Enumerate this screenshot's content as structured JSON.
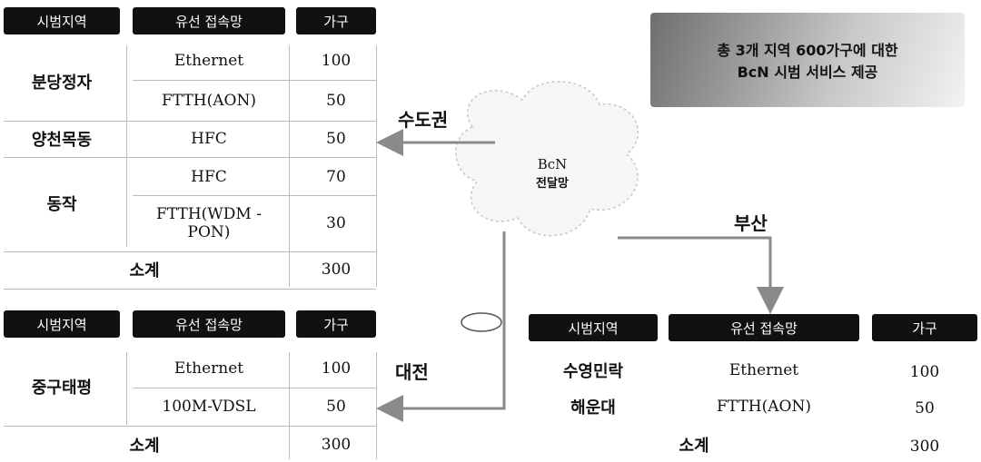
{
  "headers": {
    "region": "시범지역",
    "network": "유선 접속망",
    "households": "가구"
  },
  "table_capital": {
    "groups": [
      {
        "name": "분당정자",
        "rows": [
          {
            "net": "Ethernet",
            "hh": "100"
          },
          {
            "net": "FTTH(AON)",
            "hh": "50"
          }
        ]
      },
      {
        "name": "양천목동",
        "rows": [
          {
            "net": "HFC",
            "hh": "50"
          }
        ]
      },
      {
        "name": "동작",
        "rows": [
          {
            "net": "HFC",
            "hh": "70"
          },
          {
            "net": "FTTH(WDM - PON)",
            "hh": "30"
          }
        ]
      }
    ],
    "subtotal_label": "소계",
    "subtotal_value": "300"
  },
  "table_daejeon": {
    "groups": [
      {
        "name": "중구태평",
        "rows": [
          {
            "net": "Ethernet",
            "hh": "100"
          },
          {
            "net": "100M-VDSL",
            "hh": "50"
          }
        ]
      }
    ],
    "subtotal_label": "소계",
    "subtotal_value": "300"
  },
  "table_busan": {
    "rows": [
      {
        "region": "수영민락",
        "net": "Ethernet",
        "hh": "100"
      },
      {
        "region": "해운대",
        "net": "FTTH(AON)",
        "hh": "50"
      }
    ],
    "subtotal_label": "소계",
    "subtotal_value": "300"
  },
  "regions": {
    "capital": "수도권",
    "daejeon": "대전",
    "busan": "부산"
  },
  "network_core": {
    "line1": "BcN",
    "line2": "전달망"
  },
  "banner": {
    "line1": "총 3개 지역 600가구에 대한",
    "line2": "BcN 시범 서비스 제공"
  },
  "colors": {
    "header_bg": "#111111",
    "arrow": "#8a8a8a",
    "banner_dark": "#6f6f6f"
  }
}
